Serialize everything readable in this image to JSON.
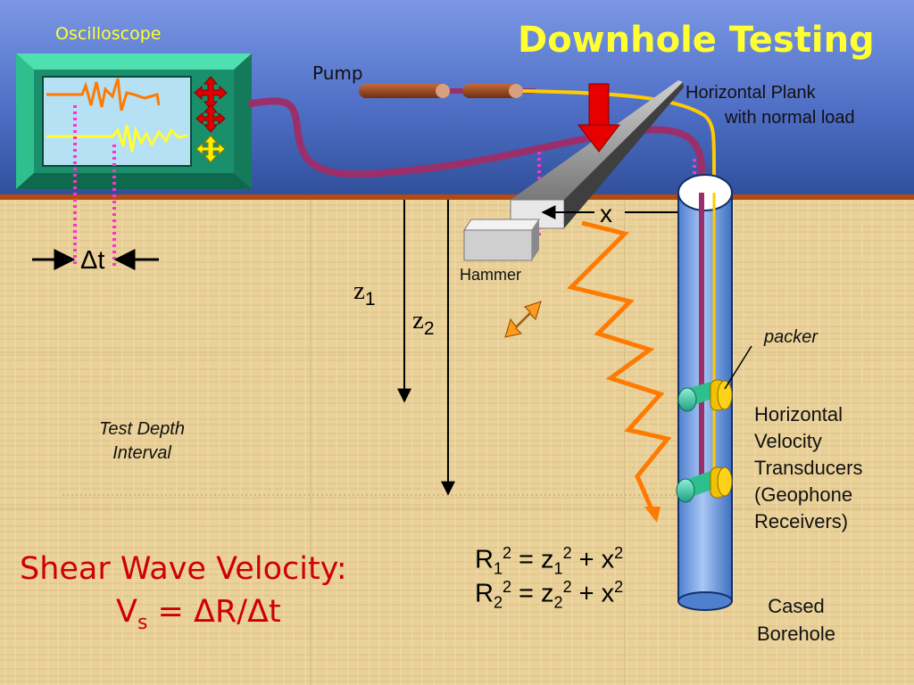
{
  "title": "Downhole Testing",
  "labels": {
    "oscilloscope": "Oscilloscope",
    "pump": "Pump",
    "plank_line1": "Horizontal Plank",
    "plank_line2": "with normal load",
    "hammer": "Hammer",
    "x": "x",
    "delta_t": "Δt",
    "z1_base": "z",
    "z1_sub": "1",
    "z2_base": "z",
    "z2_sub": "2",
    "test_depth_interval": "Test Depth Interval",
    "packer": "packer",
    "transducers": [
      "Horizontal",
      "Velocity",
      "Transducers",
      "(Geophone",
      "Receivers)"
    ],
    "borehole": [
      "Cased",
      "Borehole"
    ]
  },
  "formula": {
    "heading": "Shear Wave Velocity:",
    "vs_base": "V",
    "vs_sub": "s",
    "vs_rhs": " = ΔR/Δt",
    "eq1": {
      "r": "R",
      "rsub": "1",
      "rsup": "2",
      "mid": " = z",
      "zsub": "1",
      "zsup": "2",
      "tail": " + x",
      "xsup": "2"
    },
    "eq2": {
      "r": "R",
      "rsub": "2",
      "rsup": "2",
      "mid": " = z",
      "zsub": "2",
      "zsup": "2",
      "tail": " + x",
      "xsup": "2"
    }
  },
  "colors": {
    "sky_top": "#6f8fe0",
    "sky_bottom": "#3a5aa8",
    "ground": "#e8cf94",
    "title": "#ffff33",
    "formula": "#d00000",
    "cable": "#9b2f6b",
    "yellow_cable": "#ffcc00",
    "wave": "#ff7a00",
    "borehole": "#6fa0e6",
    "geophone": "#3fcfb0",
    "packer": "#f2c200",
    "load_arrow": "#e60000",
    "magenta_dots": "#ff33cc",
    "osc_frame": "#2fbf8f",
    "osc_trace1": "#ff7a00",
    "osc_trace2": "#ffff33"
  },
  "icons": [
    "oscilloscope-control-red-icon",
    "oscilloscope-control-yellow-icon"
  ]
}
